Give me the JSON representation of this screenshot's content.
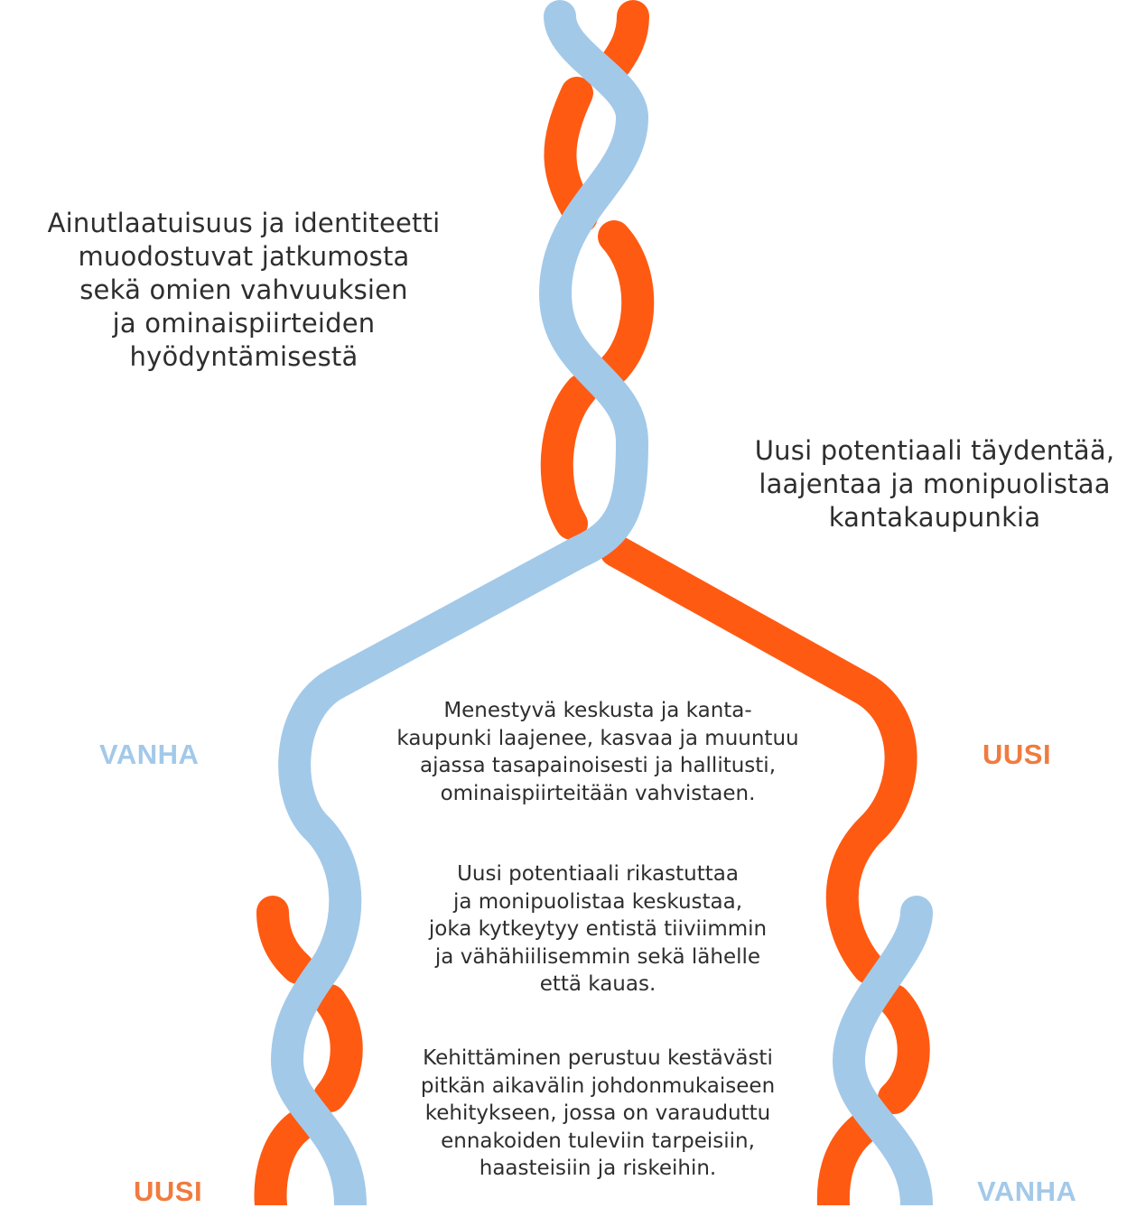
{
  "colors": {
    "vanha_strand": "#a3c9e9",
    "uusi_strand": "#ff5a12",
    "vanha_label": "#a3c9e9",
    "uusi_label": "#f07b3f",
    "text": "#2e2e2e",
    "background": "#ffffff"
  },
  "statements": {
    "left": "Ainutlaatuisuus ja identiteetti\nmuodostuvat jatkumosta\nsekä omien vahvuuksien\nja ominaispiirteiden\nhyödyntämisestä",
    "right": "Uusi potentiaali täydentää,\nlaajentaa ja monipuolistaa\nkantakaupunkia"
  },
  "center_text": {
    "paragraph_1": "Menestyvä keskusta ja kanta-\nkaupunki laajenee, kasvaa ja muuntuu\najassa tasapainoisesti ja hallitusti,\nominaispiirteitään vahvistaen.",
    "paragraph_2": "Uusi potentiaali rikastuttaa\nja monipuolistaa keskustaa,\njoka kytkeytyy entistä tiiviimmin\nja vähähiilisemmin sekä lähelle\nettä kauas.",
    "paragraph_3": "Kehittäminen perustuu kestävästi\npitkän aikavälin johdonmukaiseen\nkehitykseen, jossa on varauduttu\nennakoiden tuleviin tarpeisiin,\nhaasteisiin ja riskeihin."
  },
  "labels": {
    "vanha_left": "VANHA",
    "uusi_right": "UUSI",
    "uusi_bottom_left": "UUSI",
    "vanha_bottom_right": "VANHA"
  }
}
